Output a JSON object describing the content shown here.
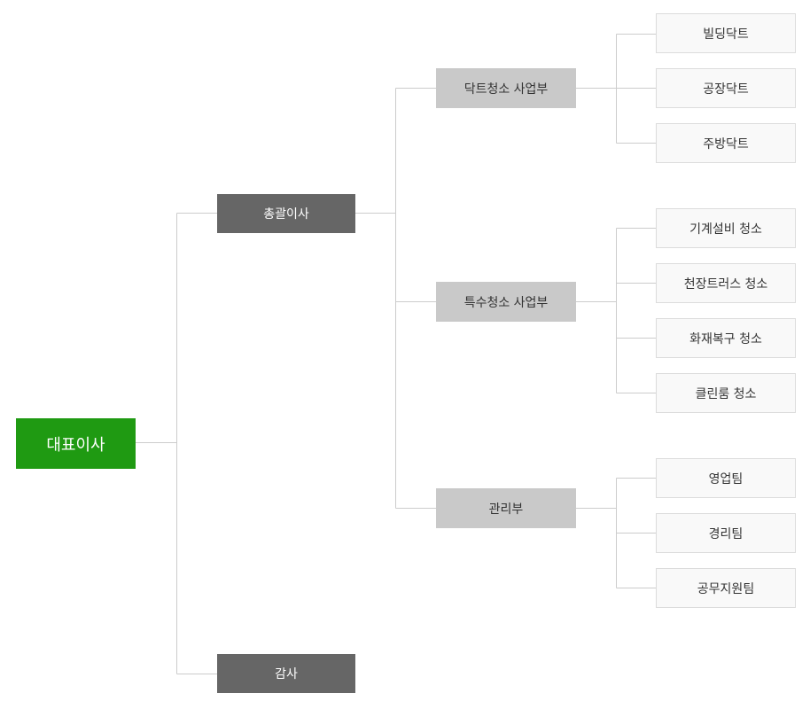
{
  "ceo": "대표이사",
  "general_director": "총괄이사",
  "auditor": "감사",
  "departments": [
    {
      "name": "닥트청소 사업부",
      "teams": [
        "빌딩닥트",
        "공장닥트",
        "주방닥트"
      ]
    },
    {
      "name": "특수청소 사업부",
      "teams": [
        "기계설비 청소",
        "천장트러스 청소",
        "화재복구 청소",
        "클린룸 청소"
      ]
    },
    {
      "name": "관리부",
      "teams": [
        "영업팀",
        "경리팀",
        "공무지원팀"
      ]
    }
  ],
  "colors": {
    "ceo": "#1f9a12",
    "executive": "#666666",
    "department": "#c9c9c9",
    "team": "#f9f9f9",
    "line": "#cccccc"
  }
}
